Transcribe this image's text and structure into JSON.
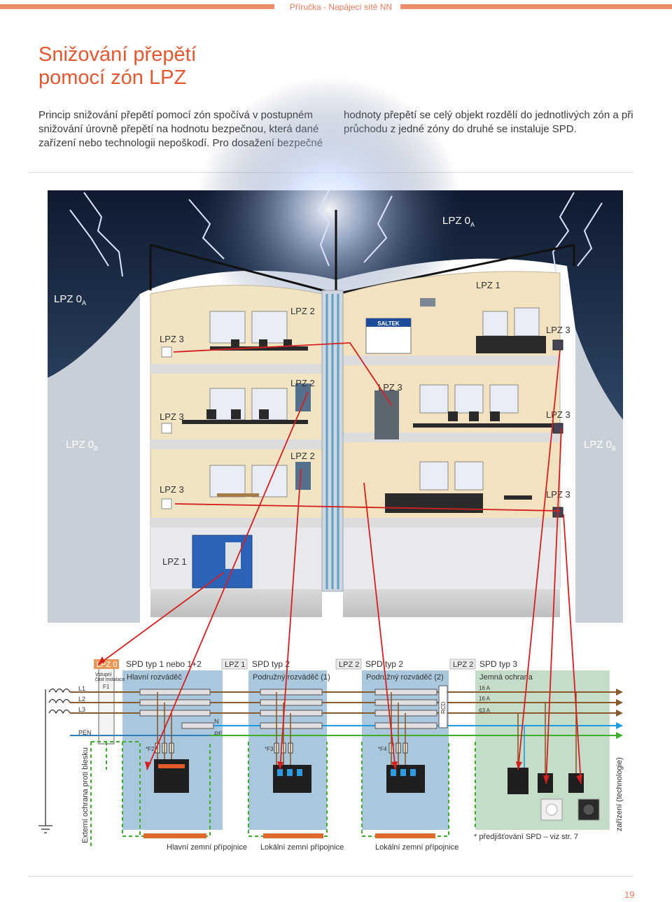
{
  "header": {
    "running_title": "Příručka - Napájecí sítě NN"
  },
  "title_lines": [
    "Snižování přepětí",
    "pomocí zón LPZ"
  ],
  "intro": {
    "left": "Princip snižování přepětí pomocí zón spočívá v postupném snižování úrovně přepětí na hodnotu bezpečnou, která dané zařízení nebo technologii nepoškodí. Pro dosažení bezpečné",
    "right": "hodnoty přepětí se celý objekt rozdělí do jednotlivých zón a při průchodu z jedné zóny do druhé se instaluje SPD."
  },
  "building": {
    "zone_prefix": "LPZ 0",
    "subscript_a": "A",
    "subscript_b": "B",
    "lpz1": "LPZ 1",
    "lpz2": "LPZ 2",
    "lpz3": "LPZ 3",
    "sign_title": "SALTEK"
  },
  "schema": {
    "zones": [
      "LPZ 0",
      "LPZ 1",
      "LPZ 2",
      "LPZ 2"
    ],
    "spd_titles": [
      "SPD typ 1 nebo 1+2",
      "SPD typ 2",
      "SPD typ 2",
      "SPD typ 3"
    ],
    "boards": [
      "Hlavní rozváděč",
      "Podružný rozváděč (1)",
      "Podružný rozváděč (2)",
      "Jemná ochrana"
    ],
    "entry_line1": "Vstupní",
    "entry_line2": "část instalace",
    "conductors": [
      "L1",
      "L2",
      "L3",
      "PEN"
    ],
    "n_label": "N",
    "pe_label": "PE",
    "fuses": [
      "F1",
      "*F2",
      "*F3",
      "*F4"
    ],
    "rcd": "RCD",
    "breakers": [
      "16 A",
      "16 A",
      "63 A"
    ],
    "earth_bars": [
      "Hlavní zemní přípojnice",
      "Lokální zemní přípojnice",
      "Lokální zemní přípojnice"
    ],
    "external_protection": "Externí ochrana proti blesku",
    "device_label": "zařízení (technologie)",
    "footnote": "* předjišťování SPD – viz str. 7"
  },
  "colors": {
    "accent": "#e6562f",
    "sky": "#1b2b4a",
    "wall": "#f2e6c7",
    "board_fill": "#a9c8de",
    "fine_fill": "#c5dcc8",
    "l_wire": "#8a5a2b",
    "n_wire": "#1e9be0",
    "pe_wire": "#3fae2a",
    "pen_wire": "#2f7fb8",
    "red_wire": "#d61f1f"
  },
  "page_number": "19"
}
